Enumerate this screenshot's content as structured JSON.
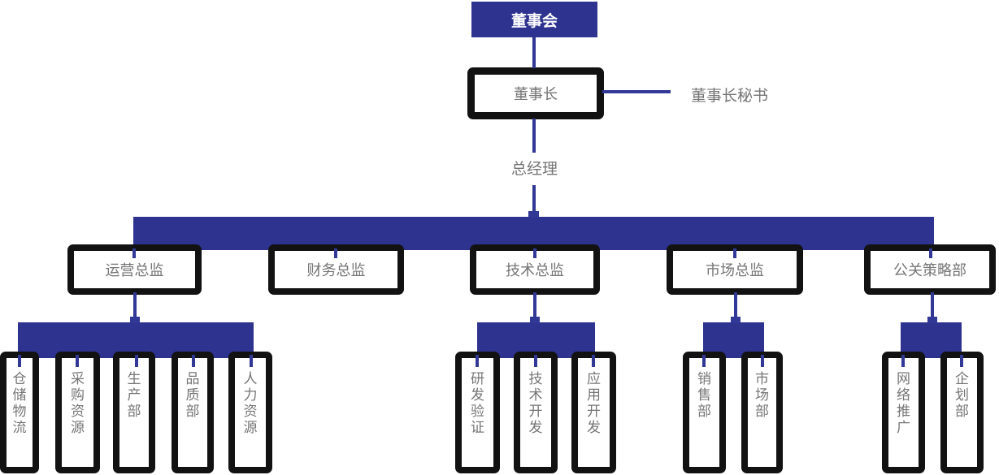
{
  "colors": {
    "accent_blue": "#2e3390",
    "connector_blue": "#323896",
    "box_border_black": "#121212",
    "label_gray": "#757575",
    "root_text_white": "#ffffff"
  },
  "org": {
    "root": "董事会",
    "chairman": "董事长",
    "secretary": "董事长秘书",
    "general_manager": "总经理",
    "departments": [
      {
        "label": "运营总监",
        "children": [
          "仓储物流",
          "采购资源",
          "生产部",
          "品质部",
          "人力资源"
        ]
      },
      {
        "label": "财务总监",
        "children": []
      },
      {
        "label": "技术总监",
        "children": [
          "研发验证",
          "技术开发",
          "应用开发"
        ]
      },
      {
        "label": "市场总监",
        "children": [
          "销售部",
          "市场部"
        ]
      },
      {
        "label": "公关策略部",
        "children": [
          "网络推广",
          "企划部"
        ]
      }
    ]
  }
}
